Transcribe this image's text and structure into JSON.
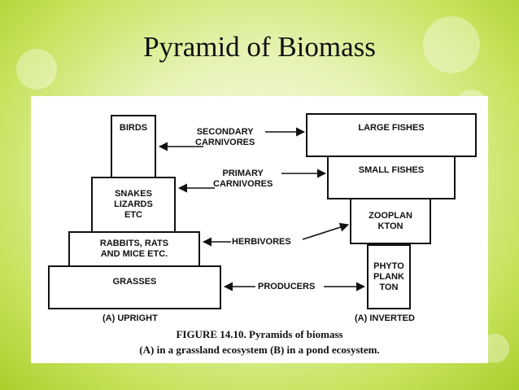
{
  "title": "Pyramid of Biomass",
  "upright": {
    "levels": [
      "BIRDS",
      "SNAKES\nLIZARDS\nETC",
      "RABBITS, RATS\nAND MICE ETC.",
      "GRASSES"
    ],
    "label": "(A) UPRIGHT"
  },
  "inverted": {
    "levels": [
      "LARGE FISHES",
      "SMALL FISHES",
      "ZOOPLAN\nKTON",
      "PHYTO\nPLANK\nTON"
    ],
    "label": "(A) INVERTED"
  },
  "trophic_labels": [
    "SECONDARY\nCARNIVORES",
    "PRIMARY\nCARNIVORES",
    "HERBIVORES",
    "PRODUCERS"
  ],
  "figure_caption": {
    "line1": "FIGURE 14.10.  Pyramids of biomass",
    "line2": "(A) in a grassland ecosystem (B) in a pond ecosystem."
  }
}
